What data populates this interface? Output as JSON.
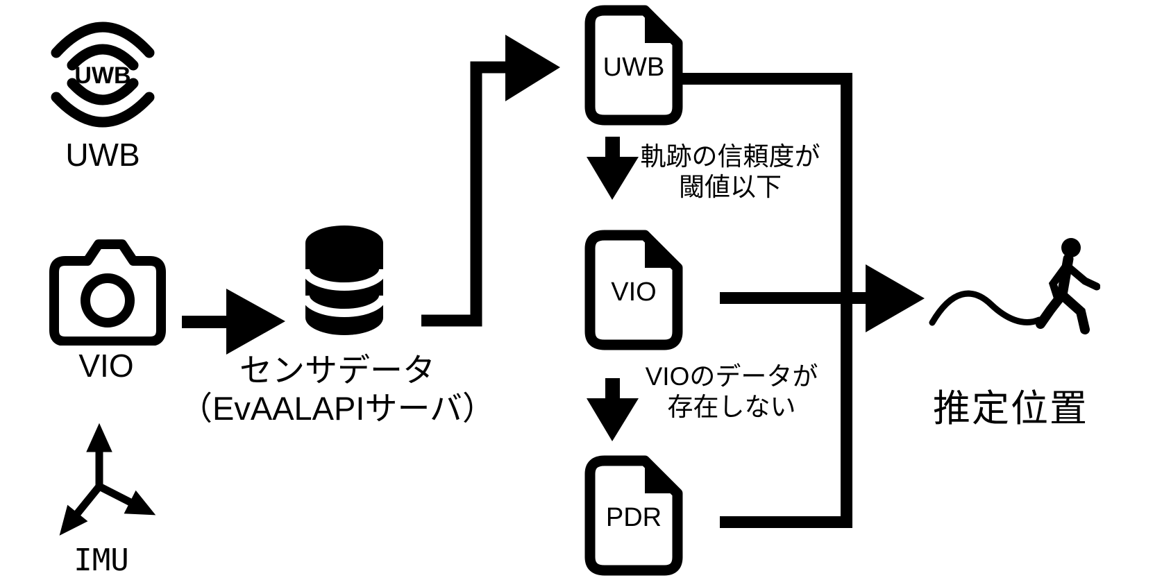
{
  "canvas": {
    "background": "#ffffff",
    "ink": "#000000"
  },
  "sources": {
    "uwb": {
      "icon_text": "UWB",
      "label": "UWB"
    },
    "vio": {
      "label": "VIO"
    },
    "imu": {
      "label": "IMU"
    }
  },
  "server": {
    "label_line1": "センサデータ",
    "label_line2": "（EvAALAPIサーバ）"
  },
  "files": {
    "uwb": {
      "label": "UWB"
    },
    "vio": {
      "label": "VIO"
    },
    "pdr": {
      "label": "PDR"
    }
  },
  "transitions": {
    "uwb_to_vio": {
      "line1": "軌跡の信頼度が",
      "line2": "閾値以下"
    },
    "vio_to_pdr": {
      "line1": "VIOのデータが",
      "line2": "存在しない"
    }
  },
  "output": {
    "label": "推定位置"
  }
}
